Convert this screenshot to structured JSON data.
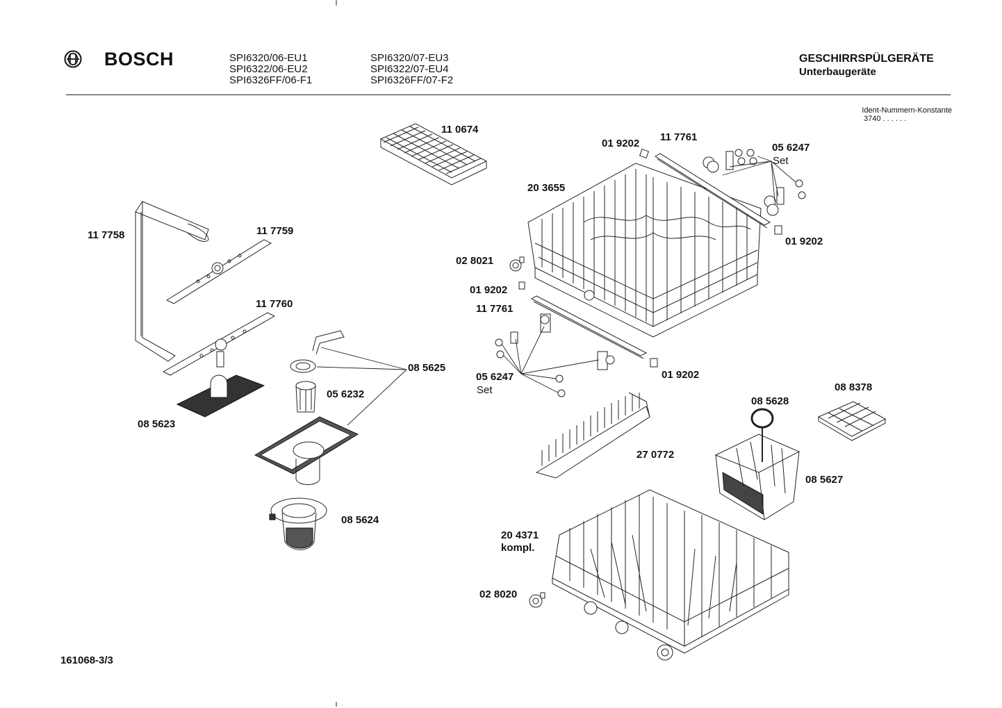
{
  "header": {
    "brand": "BOSCH",
    "models_col1": [
      "SPI6320/06-EU1",
      "SPI6322/06-EU2",
      "SPI6326FF/06-F1"
    ],
    "models_col2": [
      "SPI6320/07-EU3",
      "SPI6322/07-EU4",
      "SPI6326FF/07-F2"
    ],
    "title": "GESCHIRRSPÜLGERÄTE",
    "subtitle": "Unterbaugeräte",
    "ident_label": "Ident-Nummern-Konstante",
    "ident_value": "3740  . .   . . . ."
  },
  "parts": {
    "p110674": "11 0674",
    "p019202_a": "01 9202",
    "p117761_a": "11 7761",
    "p056247_a": "05 6247",
    "p056247_a_set": "Set",
    "p203655": "20 3655",
    "p019202_b": "01 9202",
    "p117758": "11 7758",
    "p117759": "11 7759",
    "p028021": "02 8021",
    "p019202_c": "01 9202",
    "p117761_b": "11 7761",
    "p117760": "11 7760",
    "p085625": "08 5625",
    "p056247_b": "05 6247",
    "p056247_b_set": "Set",
    "p019202_d": "01 9202",
    "p056232": "05 6232",
    "p085623": "08 5623",
    "p088378": "08 8378",
    "p085628": "08 5628",
    "p270772": "27 0772",
    "p085627": "08 5627",
    "p085624": "08 5624",
    "p204371": "20 4371",
    "p204371_kompl": "kompl.",
    "p028020": "02 8020"
  },
  "footer": {
    "drawing_number": "161068-3/3"
  }
}
